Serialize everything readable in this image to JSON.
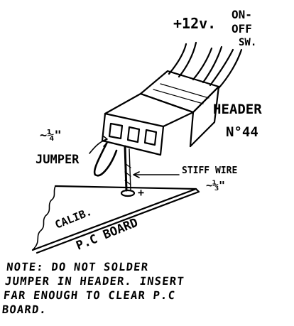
{
  "labels": {
    "power": "+12v.",
    "switch_line1": "ON-",
    "switch_line2": "OFF",
    "switch_line3": "SW.",
    "header_line1": "HEADER",
    "header_line2": "N°44",
    "jumper_size": "~¼\"",
    "jumper": "JUMPER",
    "stiff_wire": "STIFF WIRE",
    "stiff_wire_size": "~⅓\"",
    "plus": "+",
    "calib": "CALIB.",
    "pc_board": "P.C BOARD"
  },
  "note": {
    "line1": "NOTE: DO NOT SOLDER",
    "line2": "JUMPER IN HEADER. INSERT",
    "line3": "FAR ENOUGH TO CLEAR P.C",
    "line4": "BOARD."
  }
}
